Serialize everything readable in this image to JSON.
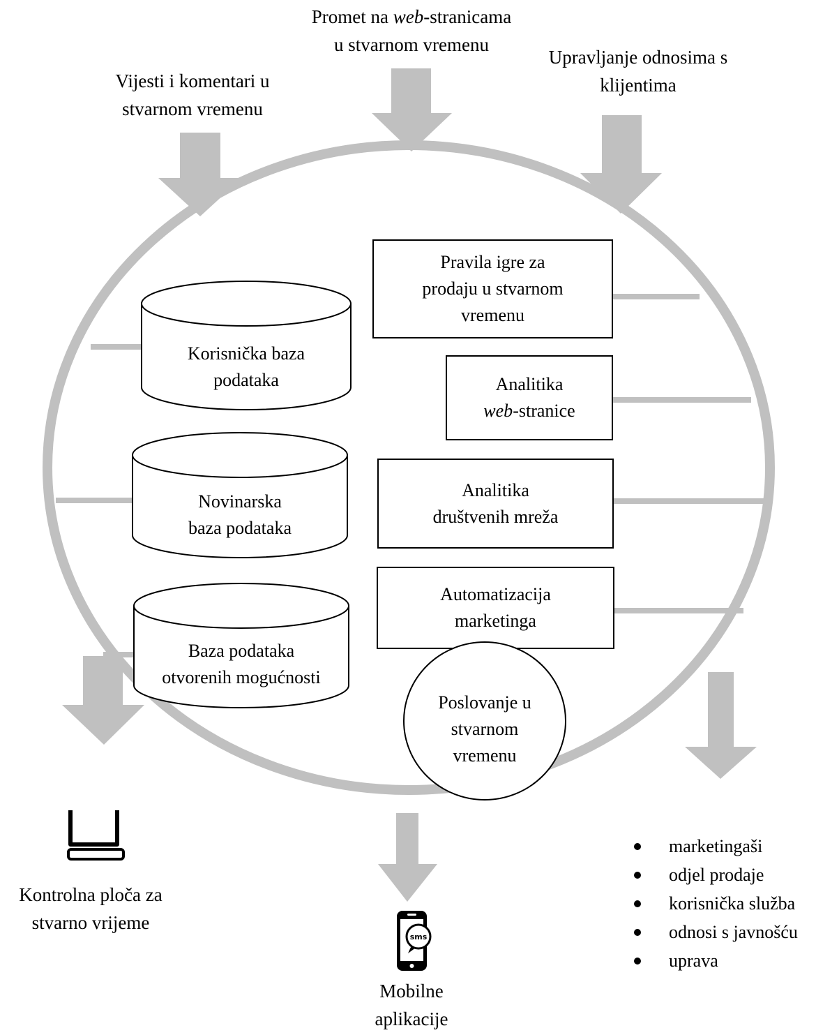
{
  "inputs": {
    "news": [
      "Vijesti i komentari u",
      "stvarnom vremenu"
    ],
    "web_traffic": {
      "prefix": "Promet na ",
      "italic": "web",
      "suffix": "-stranicama",
      "line2": "u stvarnom vremenu"
    },
    "crm": [
      "Upravljanje odnosima s",
      "klijentima"
    ]
  },
  "databases": [
    [
      "Korisnička baza",
      "podataka"
    ],
    [
      "Novinarska",
      "baza podataka"
    ],
    [
      "Baza podataka",
      "otvorenih mogućnosti"
    ]
  ],
  "modules": {
    "sales_rules": [
      "Pravila igre za",
      "prodaju u stvarnom",
      "vremenu"
    ],
    "web_analytics": {
      "line1": "Analitika",
      "italic": "web",
      "suffix": "-stranice"
    },
    "social_analytics": [
      "Analitika",
      "društvenih mreža"
    ],
    "marketing_automation": [
      "Automatizacija",
      "marketinga"
    ]
  },
  "center": [
    "Poslovanje u",
    "stvarnom",
    "vremenu"
  ],
  "outputs": {
    "dashboard": [
      "Kontrolna ploča za",
      "stvarno vrijeme"
    ],
    "mobile": [
      "Mobilne",
      "aplikacije"
    ],
    "mobile_badge": "sms",
    "teams": [
      "marketingaši",
      "odjel prodaje",
      "korisnička služba",
      "odnosi s javnošću",
      "uprava"
    ]
  },
  "colors": {
    "ring": "#c0c0c0",
    "arrow": "#c0c0c0",
    "stroke": "#000000",
    "background": "#ffffff"
  }
}
